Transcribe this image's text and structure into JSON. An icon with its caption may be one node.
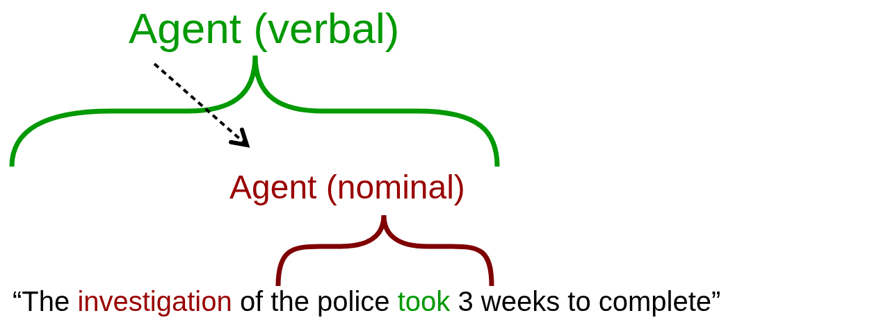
{
  "diagram": {
    "nodes": [
      {
        "text": [
          "Agent (verbal)"
        ]
      },
      {
        "text": [
          "Agent (nominal)"
        ]
      }
    ],
    "edges": [
      {
        "from": 0,
        "to": 1,
        "arrow": "to",
        "style": "dashed"
      }
    ],
    "labels": [
      "“The",
      "investigation",
      "of the police",
      "took",
      "3 weeks to complete”"
    ]
  }
}
